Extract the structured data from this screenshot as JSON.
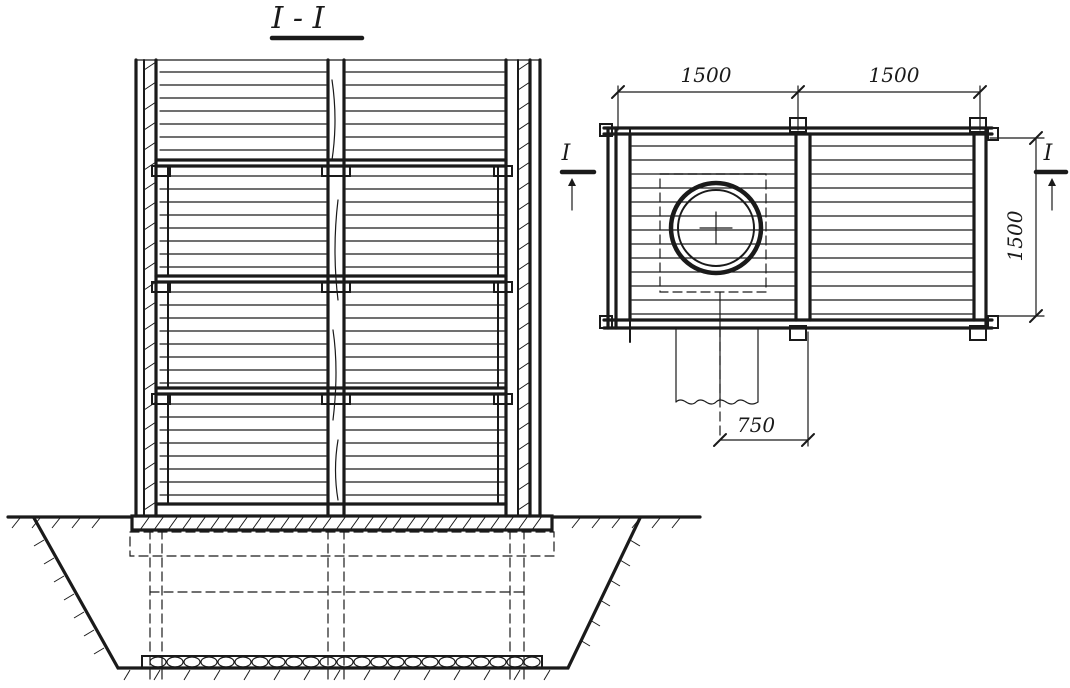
{
  "section_view": {
    "title": "I - I"
  },
  "plan_view": {
    "dim_top_left": "1500",
    "dim_top_right": "1500",
    "dim_right_height": "1500",
    "dim_bottom": "750",
    "cut_mark_left": "I",
    "cut_mark_right": "I"
  },
  "colors": {
    "ink": "#1a1a1a",
    "paper": "#ffffff"
  }
}
